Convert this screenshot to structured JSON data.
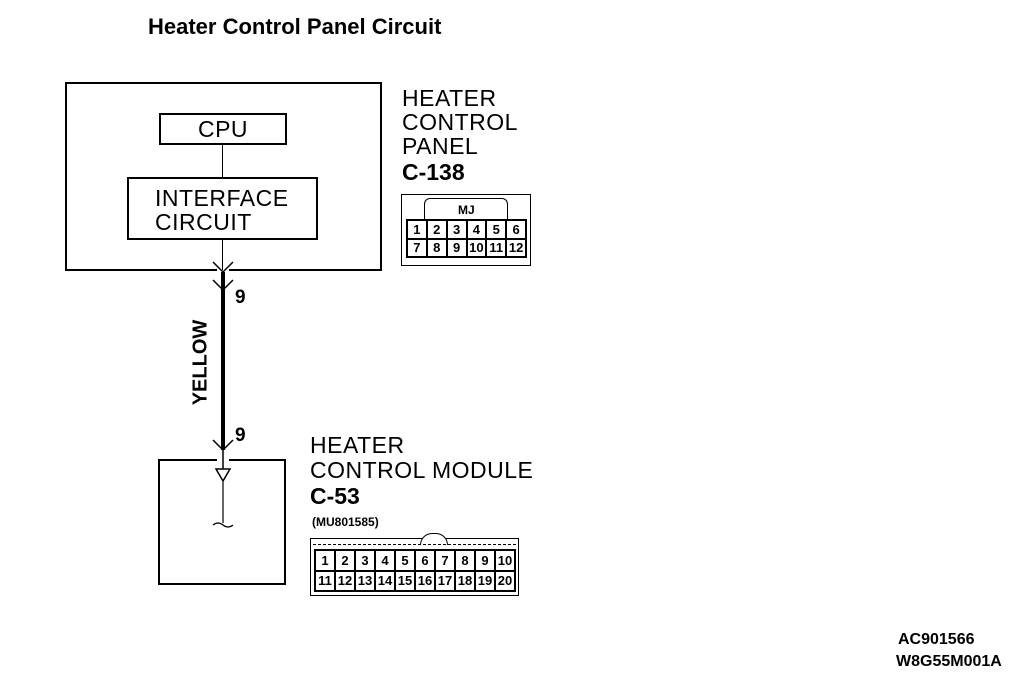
{
  "title": "Heater Control Panel Circuit",
  "panel": {
    "cpu_label": "CPU",
    "interface_line1": "INTERFACE",
    "interface_line2": "CIRCUIT",
    "name_line1": "HEATER",
    "name_line2": "CONTROL",
    "name_line3": "PANEL",
    "connector_id": "C-138",
    "connector_tag": "MJ",
    "pins_row1": [
      "1",
      "2",
      "3",
      "4",
      "5",
      "6"
    ],
    "pins_row2": [
      "7",
      "8",
      "9",
      "10",
      "11",
      "12"
    ]
  },
  "wire": {
    "color_label": "YELLOW",
    "top_pin": "9",
    "bottom_pin": "9"
  },
  "module": {
    "name_line1": "HEATER",
    "name_line2": "CONTROL MODULE",
    "connector_id": "C-53",
    "part_number": "(MU801585)",
    "pins_row1": [
      "1",
      "2",
      "3",
      "4",
      "5",
      "6",
      "7",
      "8",
      "9",
      "10"
    ],
    "pins_row2": [
      "11",
      "12",
      "13",
      "14",
      "15",
      "16",
      "17",
      "18",
      "19",
      "20"
    ]
  },
  "codes": {
    "code1": "AC901566",
    "code2": "W8G55M001A"
  }
}
